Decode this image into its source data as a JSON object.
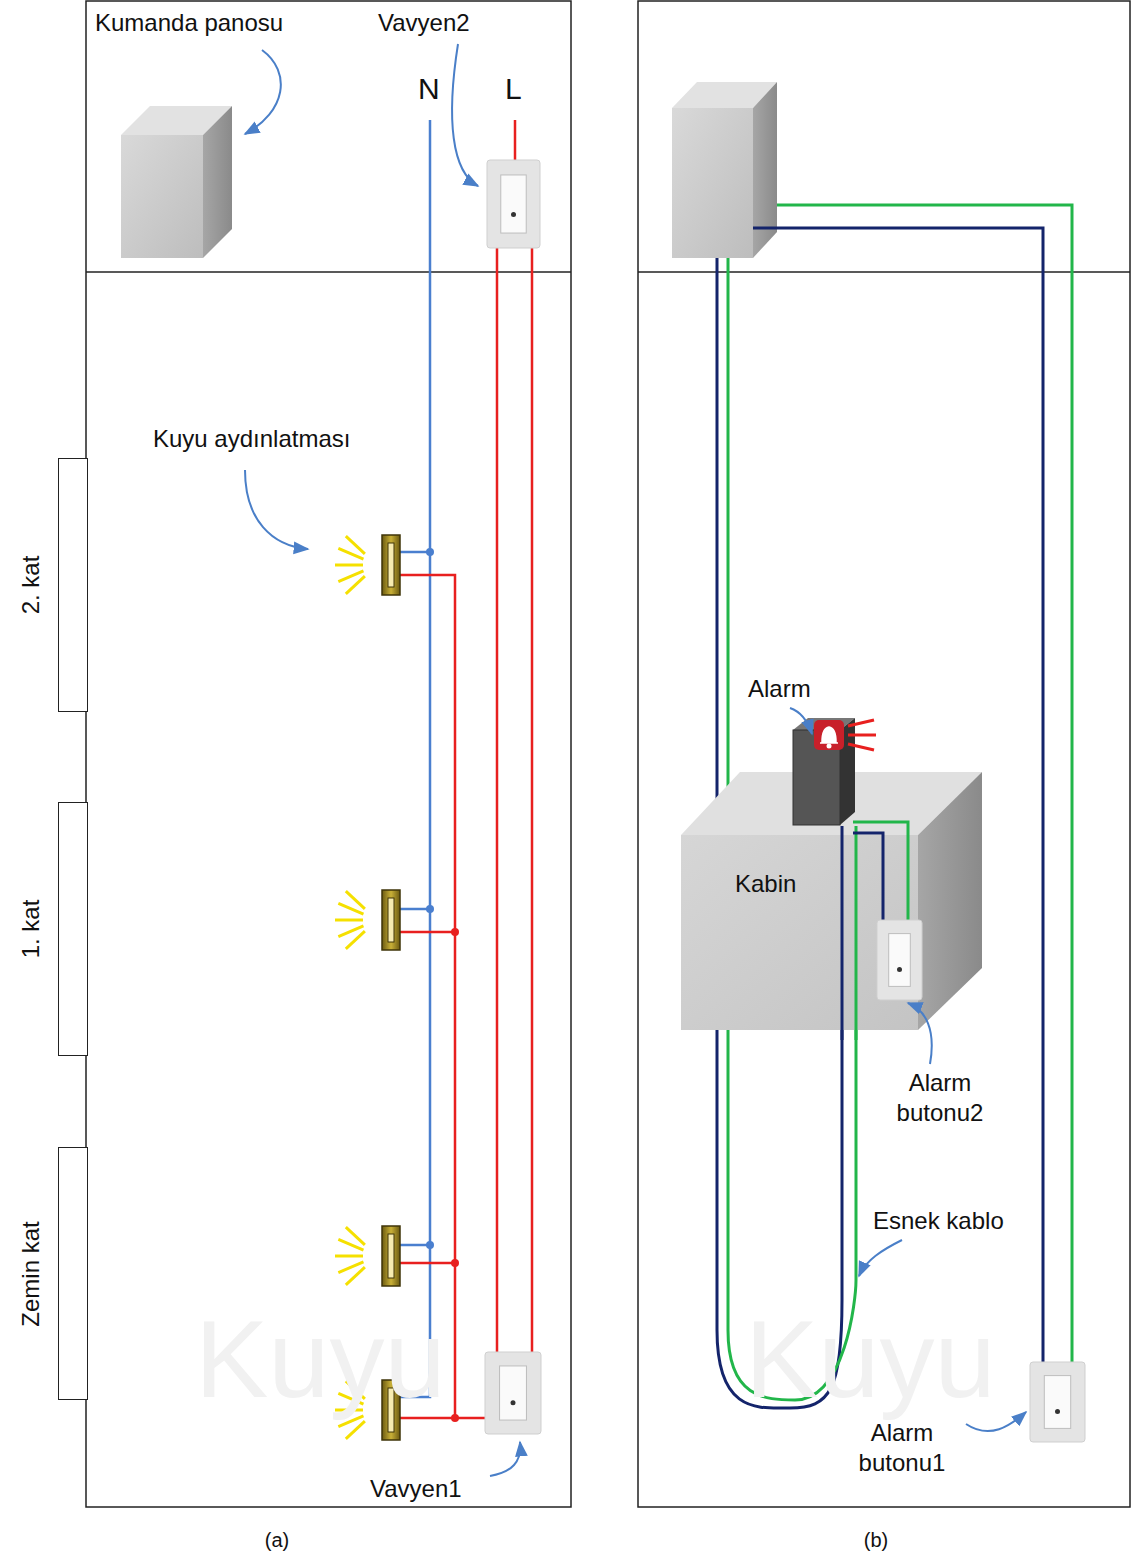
{
  "diagram": {
    "nodes": [
      {
        "text": [
          "2. kat"
        ]
      },
      {
        "text": [
          "1. kat"
        ]
      },
      {
        "text": [
          "Zemin kat"
        ]
      },
      {
        "text": [
          "Kabin"
        ]
      }
    ],
    "labels": [
      "Kumanda panosu",
      "Vavyen2",
      "N",
      "L",
      "Kuyu aydınlatması",
      "Vavyen1",
      "(a)",
      "Kuyu",
      "Alarm",
      "Alarm butonu2",
      "Esnek kablo",
      "Alarm butonu1",
      "(b)",
      "Kuyu"
    ]
  }
}
